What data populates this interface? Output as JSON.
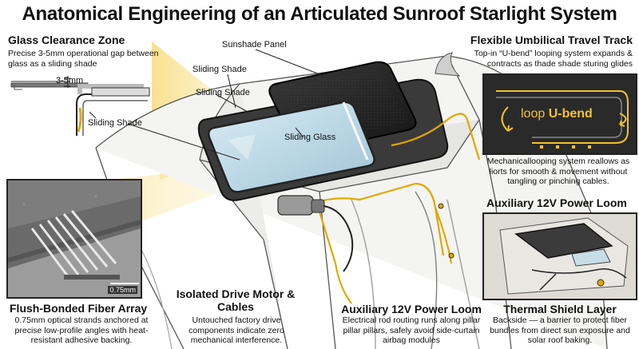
{
  "title": "Anatomical Engineering of an Articulated Sunroof Starlight System",
  "callouts": {
    "glass_clearance": {
      "heading": "Glass Clearance Zone",
      "desc": "Precise 3-5mm operational gap between glass as a sliding shade",
      "gap_label": "3-5mm",
      "inset_label": "Sliding Shade"
    },
    "umbilical": {
      "heading": "Flexible Umbilical Travel Track",
      "desc": "Top-in “U-bend” looping system expands & contracts as thade shade sturing glides",
      "loop_prefix": "loop",
      "loop_bold": "U-bend",
      "desc2": "Mechanicallooping system reallows as liorts for smooth & movement without tangling or pinching cables."
    },
    "aux_top": {
      "heading": "Auxiliary 12V Power Loom"
    },
    "fiber": {
      "heading": "Flush-Bonded Fiber Array",
      "desc": "0.75mm optical strands anchored at precise low-profile angles with heat-resistant adhesive backing.",
      "scale": "0.75mm"
    },
    "motor": {
      "heading": "Isolated Drive Motor & Cables",
      "desc": "Untouched factory drive components indicate zero mechanical interference."
    },
    "aux_bottom": {
      "heading": "Auxiliary 12V Power Loom",
      "desc": "Electrical rod routing runs along pillar pillar pillars, safely avoid side-curtain airbag modules"
    },
    "thermal": {
      "heading": "Thermal Shield Layer",
      "desc": "Backside — a barrier to protect fiber bundles from direct sun exposure and solar roof baking."
    }
  },
  "diagram_labels": {
    "sunshade_panel": "Sunshade Panel",
    "sliding_shade": "Sliding Shade",
    "sliding_glass": "Sliding Glass"
  },
  "colors": {
    "accent": "#f2c230",
    "cable": "#e0a800",
    "glass": "#bcd8e6",
    "frame": "#1e1e1e"
  }
}
